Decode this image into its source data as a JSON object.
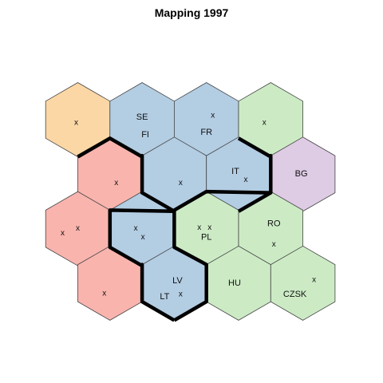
{
  "title": "Mapping 1997",
  "colors": {
    "orange": "#FCD7A6",
    "red": "#F9B4AE",
    "blue": "#B3CDE3",
    "green": "#CCEBC5",
    "purple": "#DECBE4",
    "hex_outline": "#444444",
    "boundary": "#000000"
  },
  "cells": [
    {
      "id": "r0c0",
      "color": "orange",
      "labels": [],
      "markers": 1
    },
    {
      "id": "r0c1",
      "color": "blue",
      "labels": [
        "SE",
        "FI"
      ],
      "markers": 0
    },
    {
      "id": "r0c2",
      "color": "blue",
      "labels": [
        "FR"
      ],
      "markers": 1
    },
    {
      "id": "r0c3",
      "color": "green",
      "labels": [],
      "markers": 1
    },
    {
      "id": "r1c0",
      "color": "red",
      "labels": [],
      "markers": 1
    },
    {
      "id": "r1c1",
      "color": "blue",
      "labels": [],
      "markers": 1
    },
    {
      "id": "r1c2",
      "color": "blue",
      "labels": [
        "IT"
      ],
      "markers": 1
    },
    {
      "id": "r1c3",
      "color": "purple",
      "labels": [
        "BG"
      ],
      "markers": 0
    },
    {
      "id": "r2c0",
      "color": "red",
      "labels": [],
      "markers": 2
    },
    {
      "id": "r2c1",
      "color": "blue",
      "labels": [],
      "markers": 2
    },
    {
      "id": "r2c2",
      "color": "green",
      "labels": [
        "PL"
      ],
      "markers": 2
    },
    {
      "id": "r2c3",
      "color": "green",
      "labels": [
        "RO"
      ],
      "markers": 1
    },
    {
      "id": "r3c0",
      "color": "red",
      "labels": [],
      "markers": 1
    },
    {
      "id": "r3c1",
      "color": "blue",
      "labels": [
        "LV",
        "LT"
      ],
      "markers": 1
    },
    {
      "id": "r3c2",
      "color": "green",
      "labels": [
        "HU"
      ],
      "markers": 0
    },
    {
      "id": "r3c3",
      "color": "green",
      "labels": [
        "CZSK"
      ],
      "markers": 1
    }
  ],
  "marker_symbol": "x"
}
